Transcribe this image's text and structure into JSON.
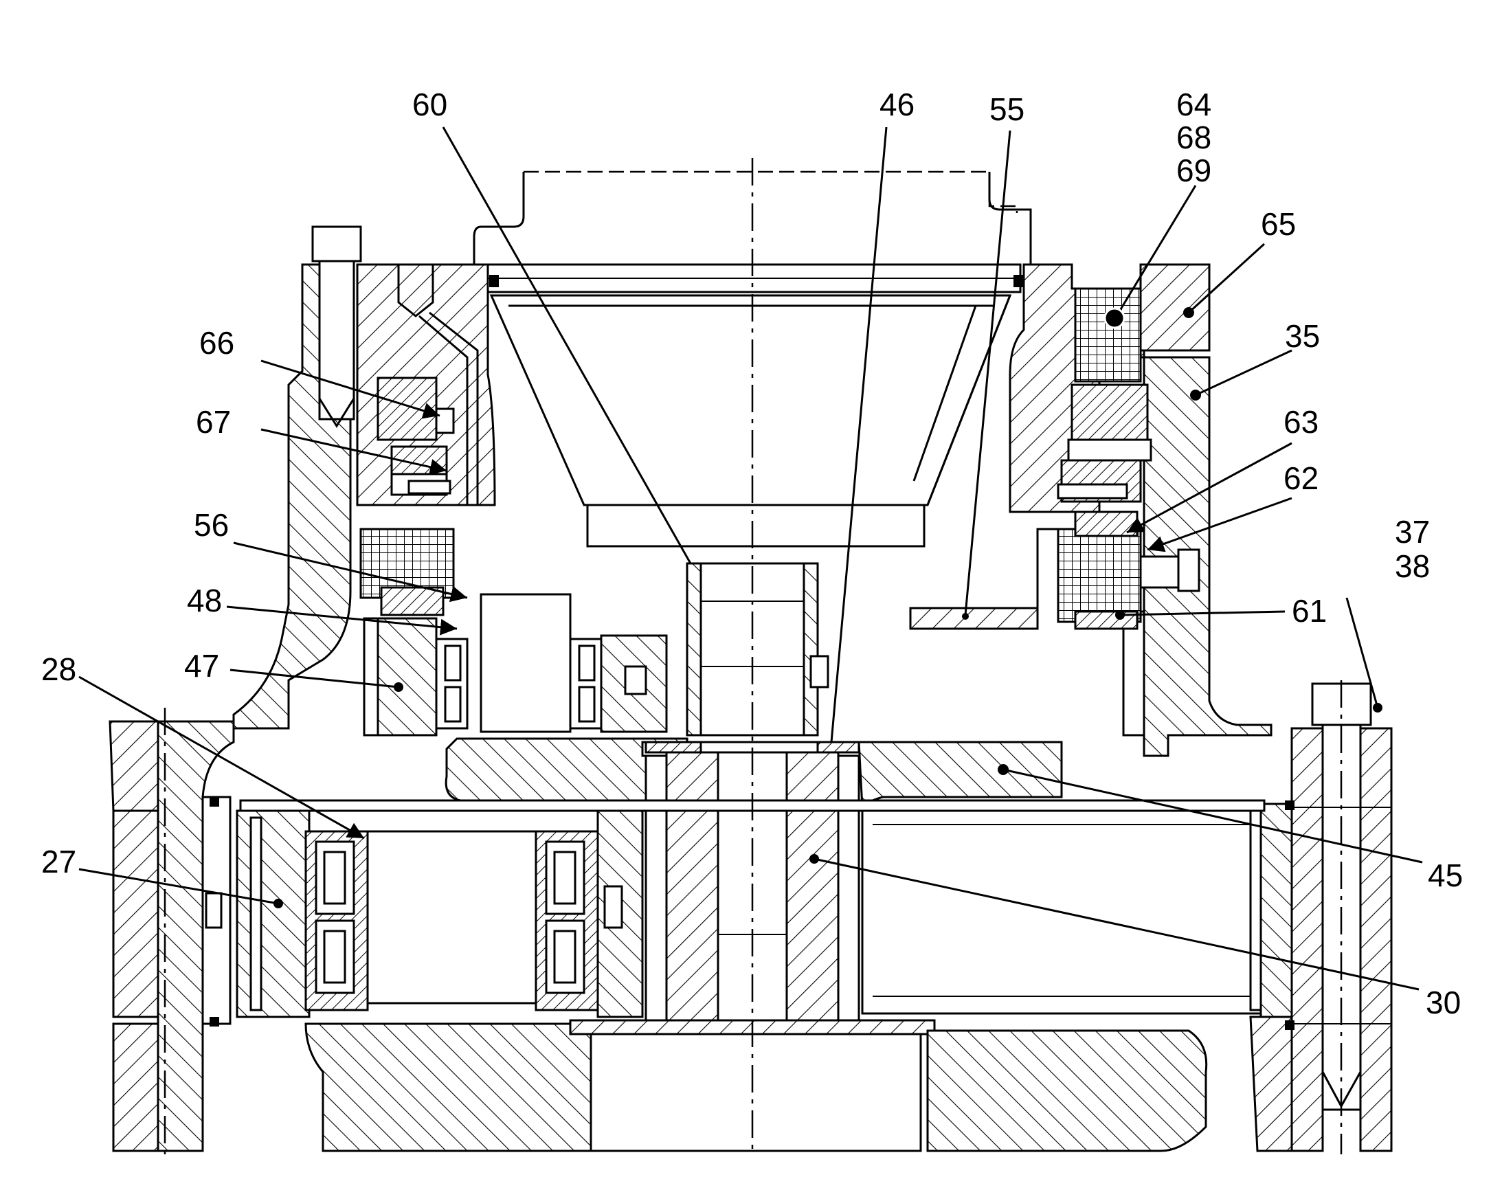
{
  "figure": {
    "callouts": [
      {
        "id": "c60",
        "text": "60"
      },
      {
        "id": "c46",
        "text": "46"
      },
      {
        "id": "c55",
        "text": "55"
      },
      {
        "id": "c64",
        "text": "64"
      },
      {
        "id": "c68",
        "text": "68"
      },
      {
        "id": "c69",
        "text": "69"
      },
      {
        "id": "c65",
        "text": "65"
      },
      {
        "id": "c35",
        "text": "35"
      },
      {
        "id": "c66",
        "text": "66"
      },
      {
        "id": "c67",
        "text": "67"
      },
      {
        "id": "c63",
        "text": "63"
      },
      {
        "id": "c62",
        "text": "62"
      },
      {
        "id": "c56",
        "text": "56"
      },
      {
        "id": "c37",
        "text": "37"
      },
      {
        "id": "c38",
        "text": "38"
      },
      {
        "id": "c48",
        "text": "48"
      },
      {
        "id": "c61",
        "text": "61"
      },
      {
        "id": "c47",
        "text": "47"
      },
      {
        "id": "c28",
        "text": "28"
      },
      {
        "id": "c27",
        "text": "27"
      },
      {
        "id": "c45",
        "text": "45"
      },
      {
        "id": "c30",
        "text": "30"
      }
    ]
  }
}
